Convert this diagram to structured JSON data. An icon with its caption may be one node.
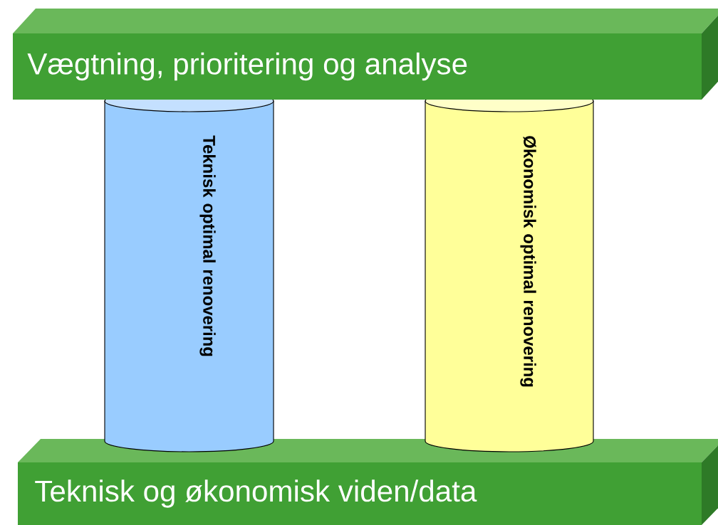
{
  "diagram": {
    "nodes": [
      {
        "text": [
          "Vægtning, prioritering og analyse"
        ]
      },
      {
        "text": [
          "Teknisk optimal renovering"
        ]
      },
      {
        "text": [
          "Økonomisk optimal renovering"
        ]
      },
      {
        "text": [
          "Teknisk og økonomisk viden/data"
        ]
      }
    ]
  }
}
